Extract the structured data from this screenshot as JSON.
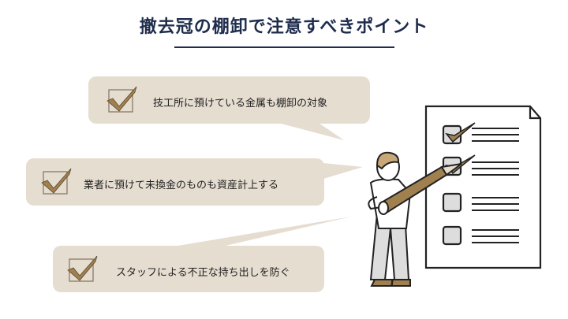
{
  "title": "撤去冠の棚卸で注意すべきポイント",
  "points": [
    {
      "text": "技工所に預けている金属も棚卸の対象",
      "icon": "checkbox-checked-icon"
    },
    {
      "text": "業者に預けて未換金のものも資産計上する",
      "icon": "checkbox-checked-icon"
    },
    {
      "text": "スタッフによる不正な持ち出しを防ぐ",
      "icon": "checkbox-checked-icon"
    }
  ],
  "colors": {
    "title": "#1f2d4d",
    "bubble": "#e6ddd1",
    "check": "#a0804f"
  }
}
